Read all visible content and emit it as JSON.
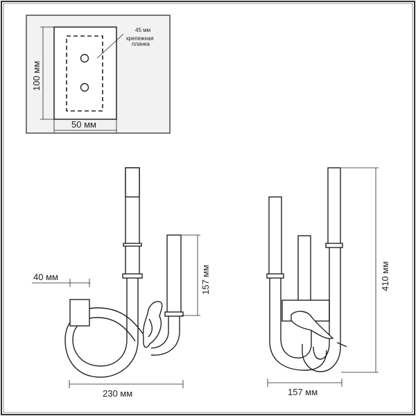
{
  "mount_plate": {
    "height_label": "100 мм",
    "width_label": "50 мм",
    "spacing_label": "45 мм",
    "note_line1": "крепежная",
    "note_line2": "планка"
  },
  "side_view": {
    "depth_label": "40 мм",
    "height_label": "157 мм",
    "width_label": "230 мм"
  },
  "front_view": {
    "width_label": "157 мм",
    "height_label": "410 мм"
  },
  "colors": {
    "line": "#222222",
    "border": "#333333",
    "plate_fill": "#ffffff",
    "panel_fill": "#f2f2f2"
  }
}
